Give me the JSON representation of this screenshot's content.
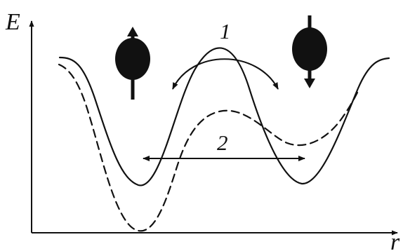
{
  "axes": {
    "y_label": "E",
    "x_label": "r"
  },
  "labels": {
    "transition_1": "1",
    "transition_2": "2"
  },
  "curves": [
    {
      "style": "solid"
    },
    {
      "style": "dashed"
    }
  ],
  "spins": [
    {
      "direction": "up"
    },
    {
      "direction": "down"
    }
  ],
  "colors": {
    "ink": "#111111",
    "background": "#ffffff"
  }
}
